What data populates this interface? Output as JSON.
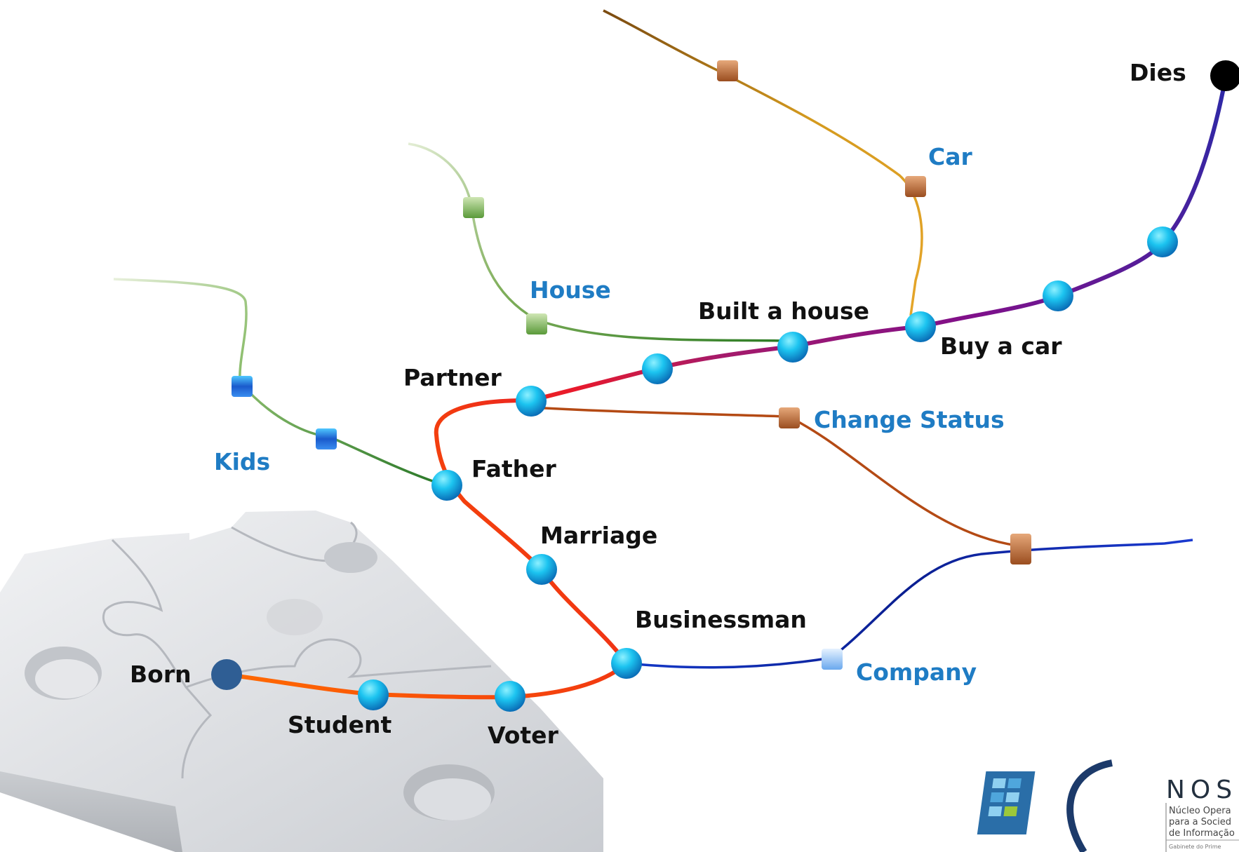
{
  "labels": {
    "born": "Born",
    "student": "Student",
    "voter": "Voter",
    "businessman": "Businessman",
    "marriage": "Marriage",
    "father": "Father",
    "partner": "Partner",
    "built_house": "Built a house",
    "buy_car": "Buy a car",
    "dies": "Dies",
    "car": "Car",
    "house": "House",
    "kids": "Kids",
    "change_status": "Change Status",
    "company": "Company"
  },
  "logo": {
    "title": "NOS",
    "line1": "Núcleo Opera",
    "line2": "para a Socied",
    "line3": "de Informação",
    "line4": "Gabinete do Prime"
  },
  "colors": {
    "event_text": "#111111",
    "asset_text": "#1f7cc4",
    "life_start": "#ff6a00",
    "life_mid": "#e8192c",
    "life_upper": "#8b1a7a",
    "life_end": "#3a1a9a",
    "node": "#1ab4e8"
  }
}
